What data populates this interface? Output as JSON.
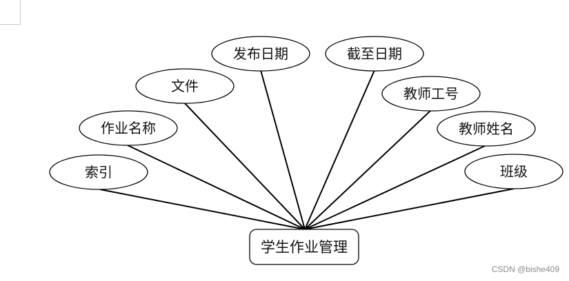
{
  "diagram": {
    "entity": {
      "label": "学生作业管理"
    },
    "attributes": [
      {
        "id": "suoyin",
        "label": "索引"
      },
      {
        "id": "zuoye-mingcheng",
        "label": "作业名称"
      },
      {
        "id": "wenjian",
        "label": "文件"
      },
      {
        "id": "fabu-riqi",
        "label": "发布日期"
      },
      {
        "id": "jiezhi-riqi",
        "label": "截至日期"
      },
      {
        "id": "jiaoshi-gonghao",
        "label": "教师工号"
      },
      {
        "id": "jiaoshi-xingming",
        "label": "教师姓名"
      },
      {
        "id": "banji",
        "label": "班级"
      }
    ]
  },
  "watermark": "CSDN @bishe409"
}
